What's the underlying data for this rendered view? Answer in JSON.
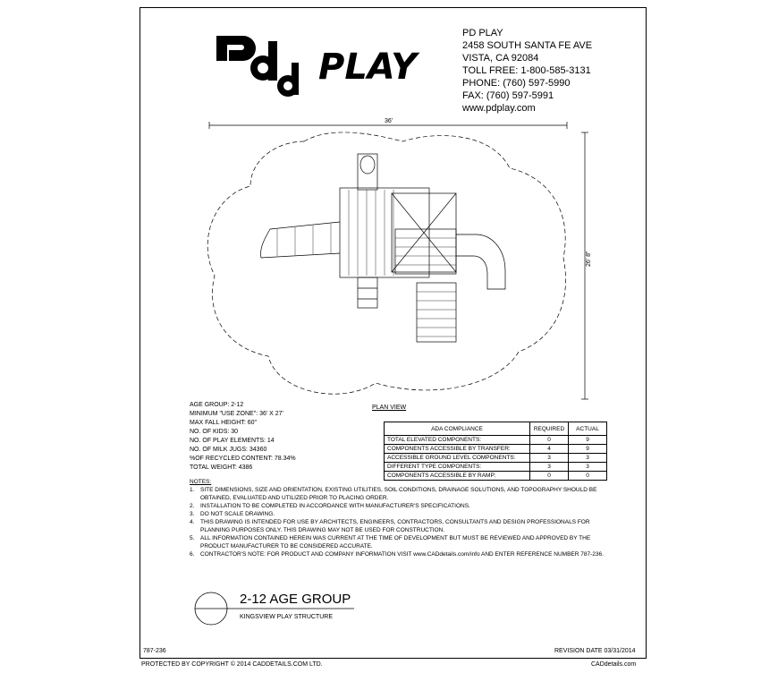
{
  "company": {
    "logo_text": "PD PLAY",
    "name": "PD PLAY",
    "address1": "2458 SOUTH SANTA FE AVE",
    "address2": "VISTA, CA 92084",
    "toll_free": "TOLL FREE: 1-800-585-3131",
    "phone": "PHONE: (760) 597-5990",
    "fax": "FAX: (760) 597-5991",
    "web": "www.pdplay.com"
  },
  "plan": {
    "width_dim": "36'",
    "height_dim": "26' 8\"",
    "view_label": "PLAN VIEW"
  },
  "specs": [
    "AGE GROUP: 2-12",
    "MINIMUM \"USE ZONE\": 36' X 27'",
    "MAX FALL HEIGHT: 60\"",
    "NO. OF KIDS: 30",
    "NO. OF PLAY ELEMENTS: 14",
    "NO. OF MILK JUGS: 34360",
    "%OF RECYCLED CONTENT: 78.34%",
    "TOTAL WEIGHT: 4386"
  ],
  "ada": {
    "headers": [
      "ADA COMPLIANCE",
      "REQUIRED",
      "ACTUAL"
    ],
    "rows": [
      {
        "label": "TOTAL ELEVATED COMPONENTS:",
        "required": "0",
        "actual": "9"
      },
      {
        "label": "COMPONENTS ACCESSIBLE BY TRANSFER:",
        "required": "4",
        "actual": "9"
      },
      {
        "label": "ACCESSIBLE GROUND LEVEL COMPONENTS:",
        "required": "3",
        "actual": "3"
      },
      {
        "label": "DIFFERENT TYPE COMPONENTS:",
        "required": "3",
        "actual": "3"
      },
      {
        "label": "COMPONENTS ACCESSIBLE BY RAMP:",
        "required": "0",
        "actual": "0"
      }
    ]
  },
  "notes": {
    "header": "NOTES:",
    "items": [
      {
        "num": "1.",
        "text": "SITE DIMENSIONS, SIZE AND ORIENTATION, EXISTING UTILITIES, SOIL CONDITIONS, DRAINAGE SOLUTIONS, AND TOPOGRAPHY SHOULD BE OBTAINED, EVALUATED AND UTILIZED PRIOR TO PLACING ORDER."
      },
      {
        "num": "2.",
        "text": "INSTALLATION TO BE COMPLETED IN ACCORDANCE WITH MANUFACTURER'S SPECIFICATIONS."
      },
      {
        "num": "3.",
        "text": "DO NOT SCALE DRAWING."
      },
      {
        "num": "4.",
        "text": "THIS DRAWING IS INTENDED FOR USE BY ARCHITECTS, ENGINEERS, CONTRACTORS, CONSULTANTS AND DESIGN PROFESSIONALS FOR PLANNING PURPOSES ONLY. THIS DRAWING MAY NOT BE USED FOR CONSTRUCTION."
      },
      {
        "num": "5.",
        "text": "ALL INFORMATION CONTAINED HEREIN WAS CURRENT AT THE TIME OF DEVELOPMENT BUT MUST BE REVIEWED AND APPROVED BY THE PRODUCT MANUFACTURER TO BE CONSIDERED ACCURATE."
      },
      {
        "num": "6.",
        "text": "CONTRACTOR'S NOTE: FOR PRODUCT AND COMPANY INFORMATION VISIT www.CADdetails.com/info AND ENTER REFERENCE NUMBER 787-236."
      }
    ]
  },
  "title_block": {
    "title": "2-12 AGE GROUP",
    "subtitle": "KINGSVIEW PLAY STRUCTURE"
  },
  "footer": {
    "ref_number": "787-236",
    "revision": "REVISION DATE 03/31/2014",
    "copyright": "PROTECTED BY COPYRIGHT © 2014 CADDETAILS.COM LTD.",
    "website": "CADdetails.com"
  }
}
